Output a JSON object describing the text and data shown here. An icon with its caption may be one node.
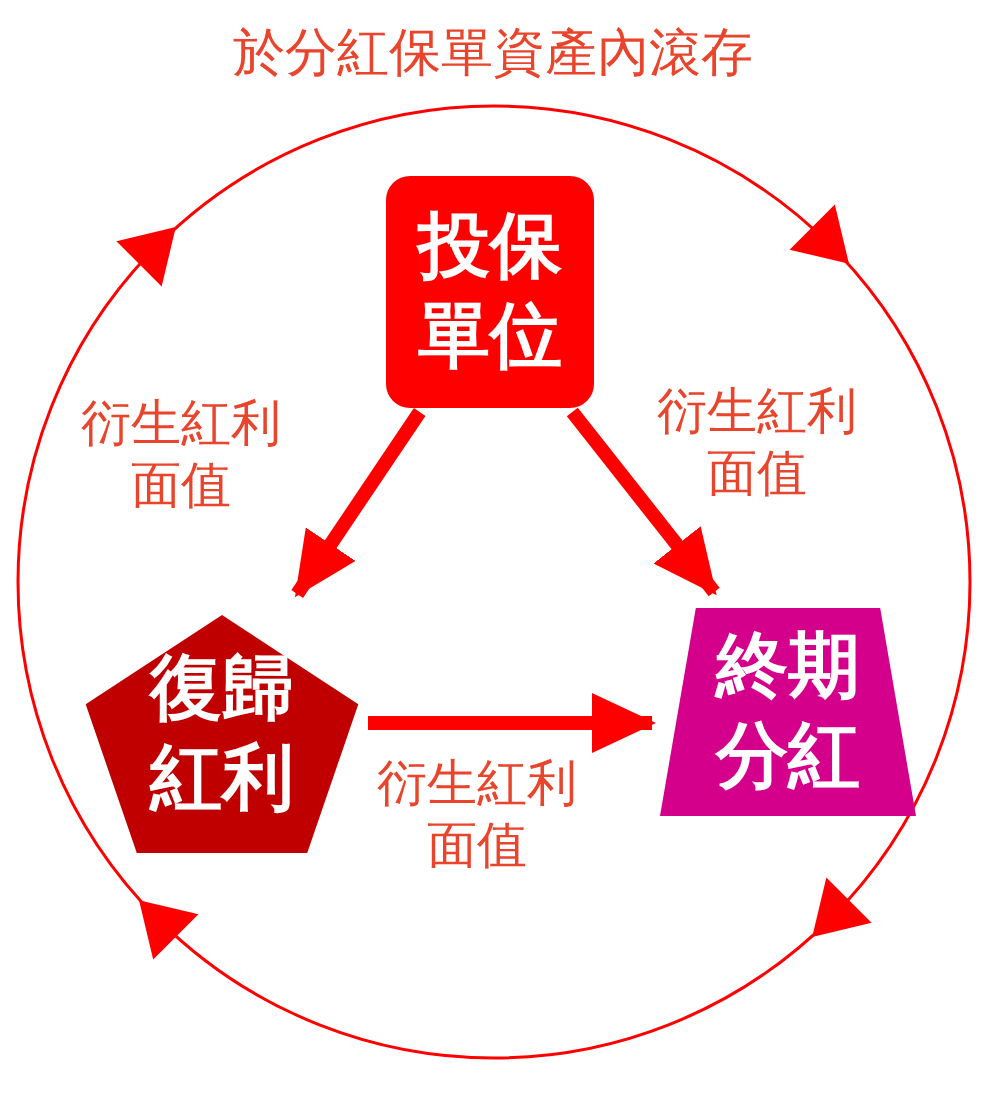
{
  "diagram": {
    "title": "於分紅保單資產內滾存",
    "nodes": [
      {
        "text": [
          "投保單位"
        ]
      },
      {
        "text": [
          "復歸紅利"
        ]
      },
      {
        "text": [
          "終期分紅"
        ]
      }
    ],
    "edges": [
      {
        "from": 0,
        "to": 1,
        "arrow": "to",
        "label": "衍生紅利面值"
      },
      {
        "from": 0,
        "to": 2,
        "arrow": "to",
        "label": "衍生紅利面值"
      },
      {
        "from": 1,
        "to": 2,
        "arrow": "to",
        "label": "衍生紅利面值"
      }
    ]
  }
}
